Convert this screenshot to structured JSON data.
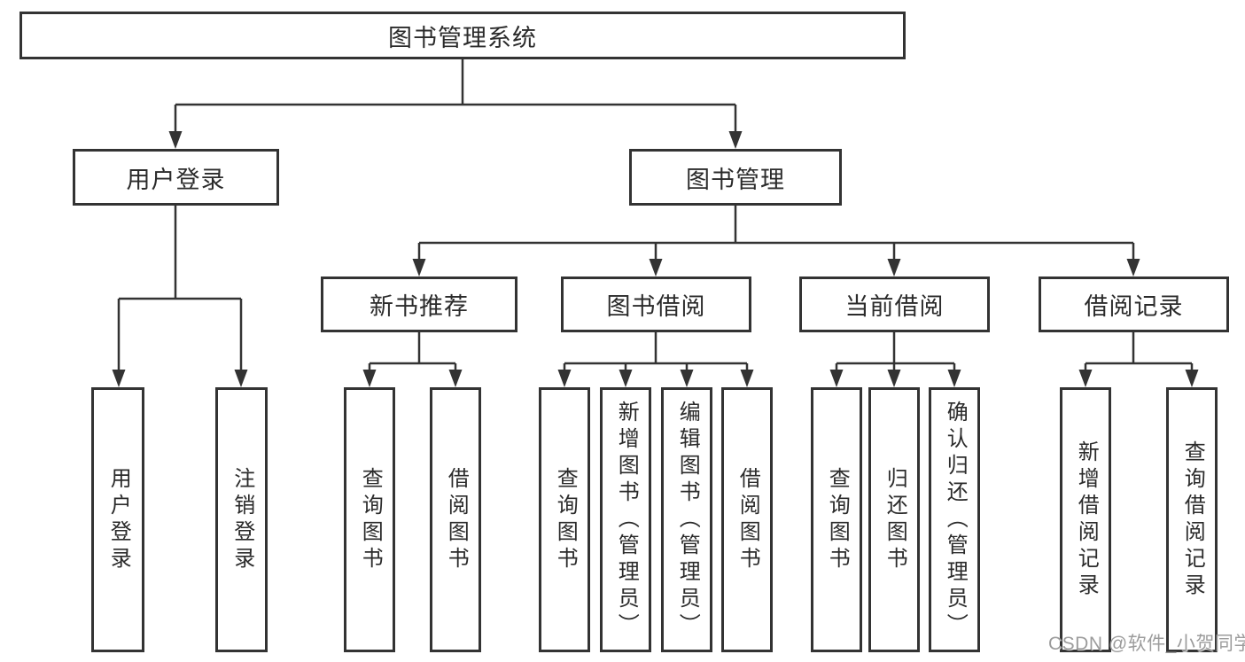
{
  "tree": {
    "label": "图书管理系统",
    "children": [
      {
        "label": "用户登录",
        "children": [
          {
            "label": "用户登录"
          },
          {
            "label": "注销登录"
          }
        ]
      },
      {
        "label": "图书管理",
        "children": [
          {
            "label": "新书推荐",
            "children": [
              {
                "label": "查询图书"
              },
              {
                "label": "借阅图书"
              }
            ]
          },
          {
            "label": "图书借阅",
            "children": [
              {
                "label": "查询图书"
              },
              {
                "label": "新增图书（管理员）"
              },
              {
                "label": "编辑图书（管理员）"
              },
              {
                "label": "借阅图书"
              }
            ]
          },
          {
            "label": "当前借阅",
            "children": [
              {
                "label": "查询图书"
              },
              {
                "label": "归还图书"
              },
              {
                "label": "确认归还（管理员）"
              }
            ]
          },
          {
            "label": "借阅记录",
            "children": [
              {
                "label": "新增借阅记录"
              },
              {
                "label": "查询借阅记录"
              }
            ]
          }
        ]
      }
    ]
  },
  "watermark": "CSDN @软件_小贺同学",
  "colors": {
    "line": "#333333",
    "text": "#2b2b2b",
    "background": "#ffffff",
    "watermark": "#9c9c9c"
  }
}
